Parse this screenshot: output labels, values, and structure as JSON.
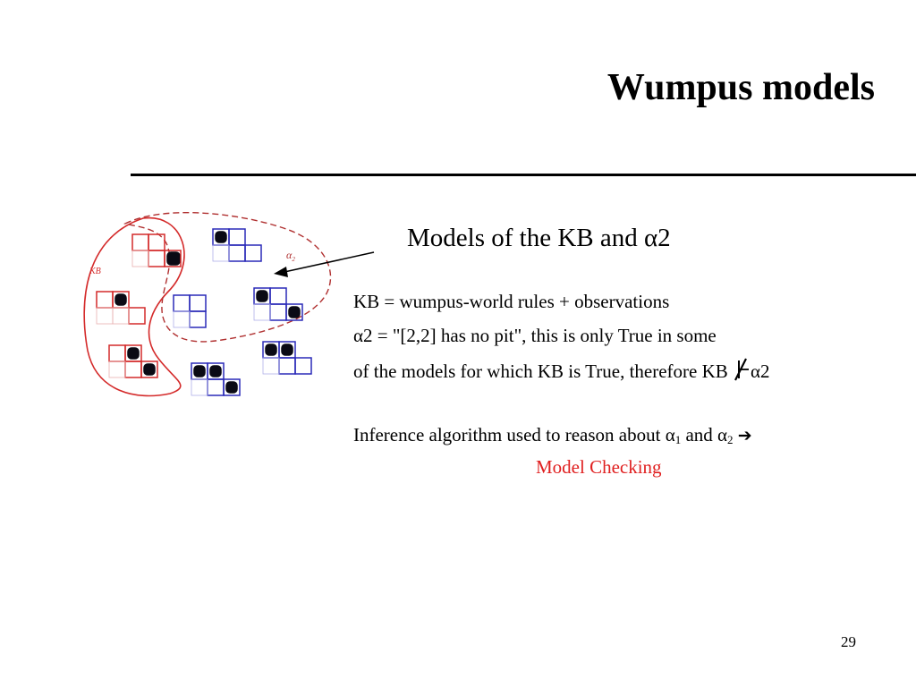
{
  "slide": {
    "title": "Wumpus models",
    "subtitle": "Models of the KB and α2",
    "line1": "KB = wumpus-world rules + observations",
    "line2": "α2 = \"[2,2] has no pit\", this is only True in some",
    "line3_a": "of the models for which KB is True, therefore  KB",
    "line3_b": "α2",
    "line4_a": "Inference algorithm used to reason about α",
    "line4_sub1": "1",
    "line4_mid": " and α",
    "line4_sub2": "2",
    "line4_arrow": "➔",
    "result": "Model Checking",
    "page_number": "29"
  },
  "diagram": {
    "kb_label": "KB",
    "alpha_label": "α",
    "alpha_sub": "2",
    "colors": {
      "kb": "#d42a2a",
      "alpha_boundary": "#b03030",
      "model_outline": "#2a2ab8",
      "pit": "#0a0a14"
    }
  }
}
